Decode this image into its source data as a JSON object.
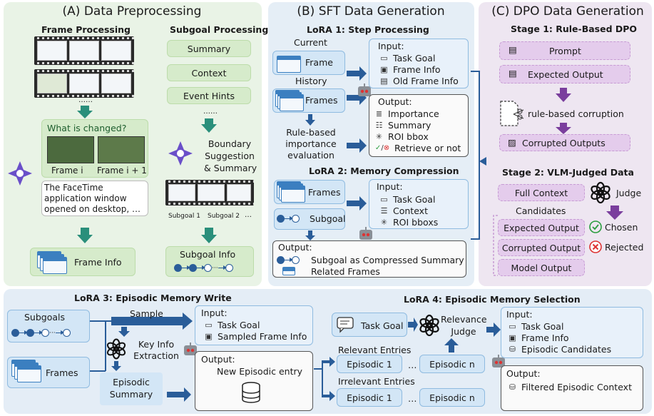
{
  "panelA": {
    "title": "(A) Data Preprocessing",
    "frame_processing": "Frame Processing",
    "subgoal_processing": "Subgoal Processing",
    "what_changed": "What is changed?",
    "frame_i": "Frame i",
    "frame_i1": "Frame i + 1",
    "caption": [
      "The FaceTime",
      "application window",
      "opened on desktop, …"
    ],
    "frame_info": "Frame Info",
    "sub_items": [
      "Summary",
      "Context",
      "Event Hints"
    ],
    "ellipsis": "……",
    "boundary": [
      "Boundary",
      "Suggestion",
      "& Summary"
    ],
    "subgoal1": "Subgoal 1",
    "subgoal2": "Subgoal 2",
    "more": "…",
    "subgoal_info": "Subgoal Info"
  },
  "panelB": {
    "title": "(B) SFT Data Generation",
    "lora1": "LoRA 1: Step Processing",
    "current": "Current",
    "frame": "Frame",
    "history": "History",
    "frames": "Frames",
    "rule_eval": [
      "Rule-based",
      "importance",
      "evaluation"
    ],
    "input": "Input:",
    "in1": [
      "Task Goal",
      "Frame Info",
      "Old Frame Info"
    ],
    "output": "Output:",
    "out1": [
      "Importance",
      "Summary",
      "ROI bbox",
      "Retrieve or not"
    ],
    "lora2": "LoRA 2: Memory Compression",
    "frames2": "Frames",
    "subgoal": "Subgoal",
    "in2": [
      "Task Goal",
      "Context",
      "ROI bboxs"
    ],
    "out2": [
      "Subgoal as Compressed Summary",
      "Related Frames"
    ]
  },
  "panelC": {
    "title": "(C) DPO Data Generation",
    "stage1": "Stage 1: Rule-Based DPO",
    "prompt": "Prompt",
    "expected": "Expected Output",
    "corruption": "rule-based corruption",
    "corrupted": "Corrupted Outputs",
    "stage2": "Stage 2: VLM-Judged Data",
    "full_context": "Full Context",
    "judge": "Judge",
    "candidates": "Candidates",
    "cand": [
      "Expected Output",
      "Corrupted Output",
      "Model Output"
    ],
    "chosen": "Chosen",
    "rejected": "Rejected"
  },
  "panelD": {
    "lora3": "LoRA 3: Episodic Memory Write",
    "subgoals": "Subgoals",
    "frames": "Frames",
    "sample": "Sample",
    "key_info": [
      "Key Info",
      "Extraction"
    ],
    "episodic_summary": [
      "Episodic",
      "Summary"
    ],
    "input": "Input:",
    "in3": [
      "Task Goal",
      "Sampled Frame Info"
    ],
    "output": "Output:",
    "out3": "New Episodic entry",
    "lora4": "LoRA 4: Episodic Memory Selection",
    "task_goal": "Task Goal",
    "relevance": [
      "Relevance",
      "Judge"
    ],
    "relevant": "Relevant Entries",
    "irrelevant": "Irrelevant Entries",
    "ep1": "Episodic 1",
    "epn": "Episodic n",
    "dots": "…",
    "in4": [
      "Task Goal",
      "Frame Info",
      "Episodic Candidates"
    ],
    "out4": "Filtered Episodic Context"
  },
  "colors": {
    "green": "#2a8f7b",
    "blue": "#2a5d99",
    "purple": "#7a3e9d",
    "red": "#d33"
  }
}
